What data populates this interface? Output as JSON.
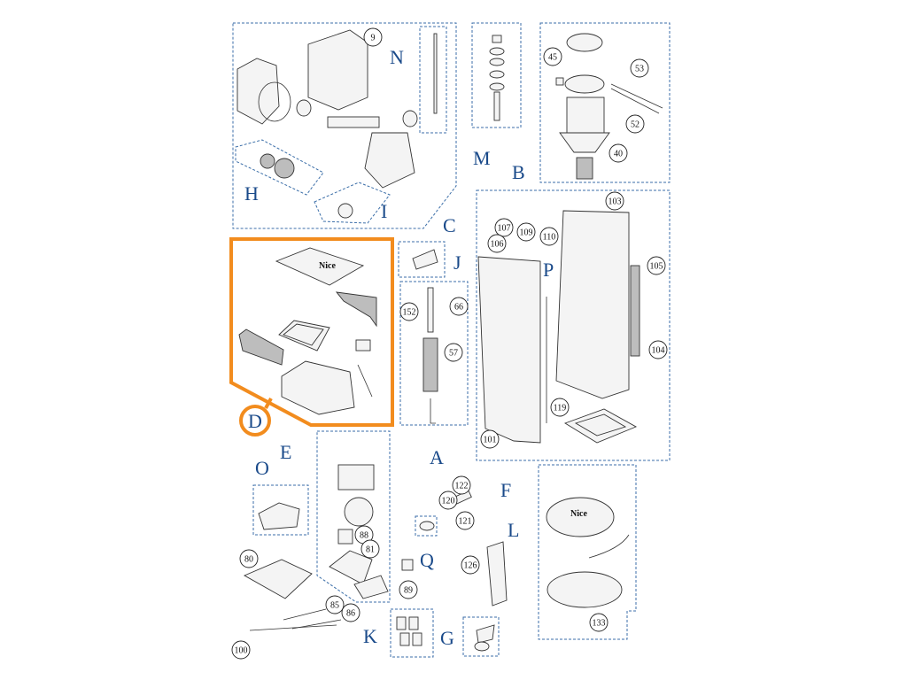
{
  "groups": {
    "A": "A",
    "B": "B",
    "C": "C",
    "D": "D",
    "E": "E",
    "F": "F",
    "G": "G",
    "H": "H",
    "I": "I",
    "J": "J",
    "K": "K",
    "L": "L",
    "M": "M",
    "N": "N",
    "O": "O",
    "P": "P",
    "Q": "Q"
  },
  "callouts": {
    "c9": "9",
    "c45": "45",
    "c53": "53",
    "c52": "52",
    "c40": "40",
    "c103": "103",
    "c105": "105",
    "c104": "104",
    "c107": "107",
    "c109": "109",
    "c110": "110",
    "c106": "106",
    "c152": "152",
    "c66": "66",
    "c57": "57",
    "c119": "119",
    "c101": "101",
    "c122": "122",
    "c120": "120",
    "c121": "121",
    "c126": "126",
    "c88": "88",
    "c81": "81",
    "c80": "80",
    "c89": "89",
    "c85": "85",
    "c86": "86",
    "c100": "100",
    "c133": "133"
  },
  "logos": {
    "cover_logo": "Nice",
    "base_logo": "Nice"
  },
  "highlight": {
    "group": "D",
    "color": "#f28c1e"
  },
  "colors": {
    "group_letter": "#1a4a8a",
    "dashed_box": "#3b6ea8"
  }
}
